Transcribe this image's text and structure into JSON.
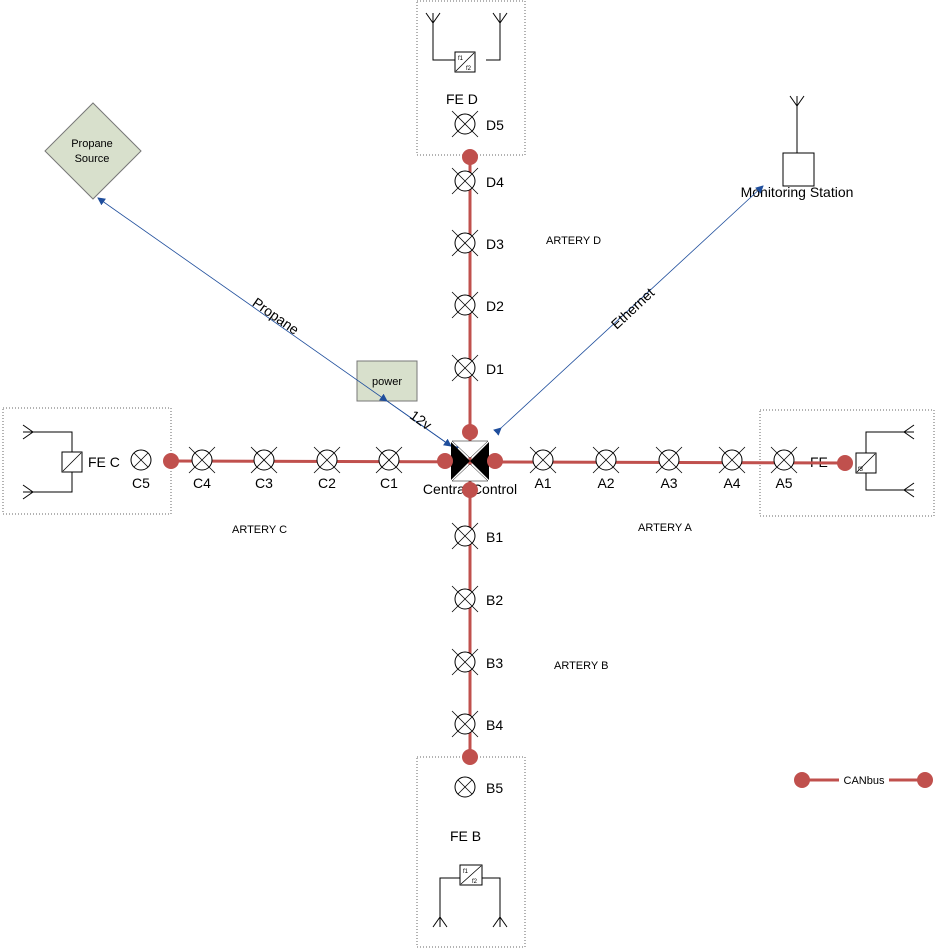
{
  "labels": {
    "central": "Central Control",
    "propane_source_line1": "Propane",
    "propane_source_line2": "Source",
    "power": "power",
    "monitoring": "Monitoring Station",
    "propane_link": "Propane",
    "ethernet_link": "Ethernet",
    "v12_link": "12v",
    "fe_a": "FE",
    "fe_b": "FE B",
    "fe_c": "FE C",
    "fe_d": "FE D",
    "artery_a": "ARTERY A",
    "artery_b": "ARTERY B",
    "artery_c": "ARTERY C",
    "artery_d": "ARTERY D",
    "legend": "CANbus",
    "f1": "f1",
    "f2": "f2",
    "f3": "f3"
  },
  "nodes": {
    "a": [
      "A1",
      "A2",
      "A3",
      "A4",
      "A5"
    ],
    "b": [
      "B1",
      "B2",
      "B3",
      "B4",
      "B5"
    ],
    "c": [
      "C1",
      "C2",
      "C3",
      "C4",
      "C5"
    ],
    "d": [
      "D1",
      "D2",
      "D3",
      "D4",
      "D5"
    ]
  },
  "colors": {
    "canbus": "#c0504d",
    "link": "#1f4e9c",
    "box_fill": "#d8e0cc",
    "box_stroke": "#777777"
  }
}
